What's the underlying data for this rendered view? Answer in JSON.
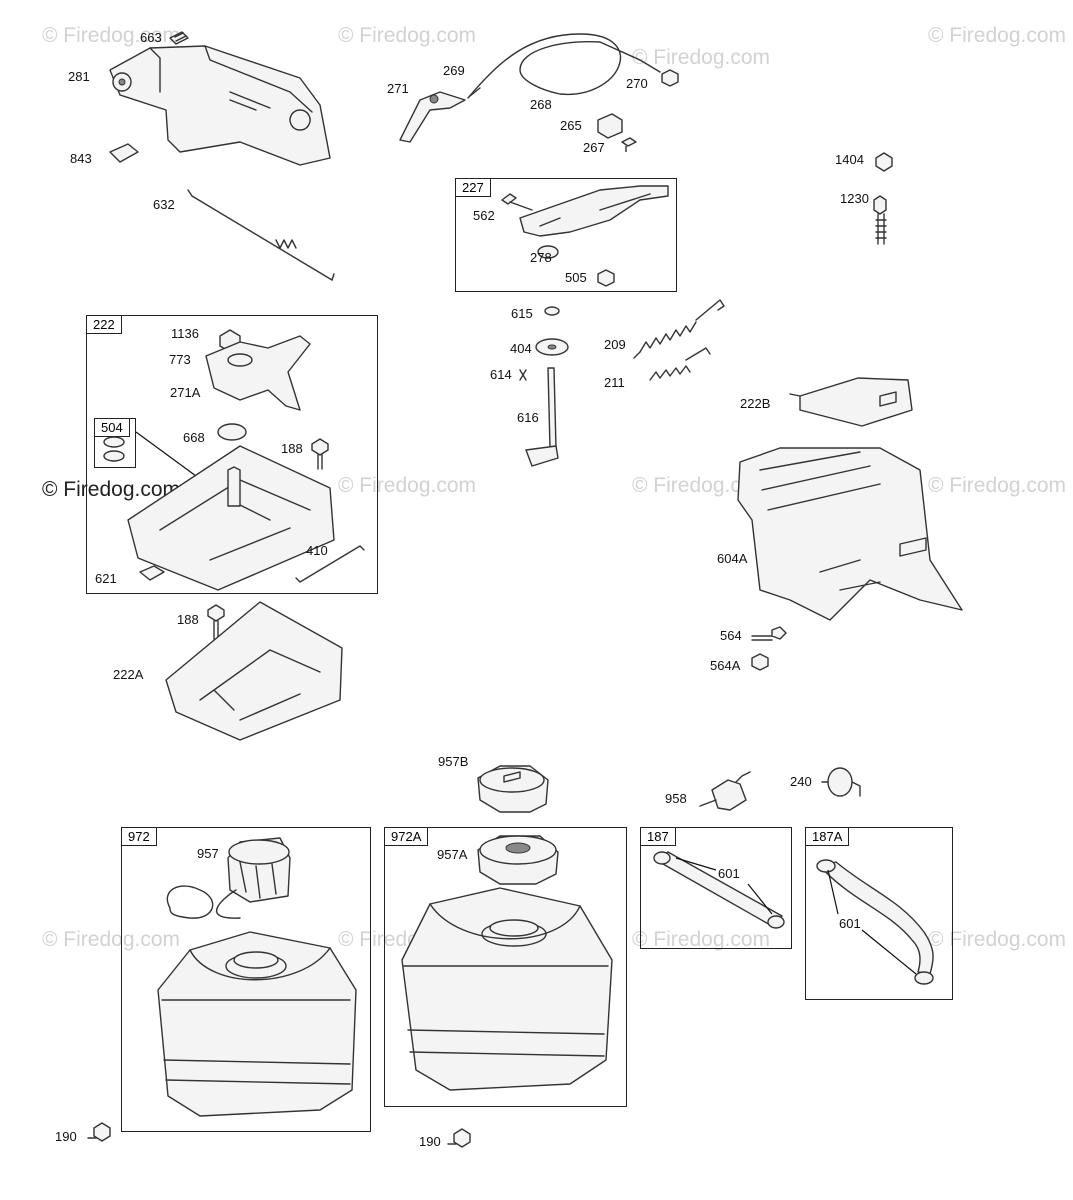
{
  "watermark": "© Firedog.com",
  "boxes": {
    "b222": "222",
    "b504": "504",
    "b227": "227",
    "b972": "972",
    "b972a": "972A",
    "b187": "187",
    "b187a": "187A"
  },
  "labels": {
    "l663": "663",
    "l281": "281",
    "l843": "843",
    "l632": "632",
    "l271": "271",
    "l269": "269",
    "l268": "268",
    "l270": "270",
    "l265": "265",
    "l267": "267",
    "l562": "562",
    "l278": "278",
    "l505": "505",
    "l1404": "1404",
    "l1230": "1230",
    "l1136": "1136",
    "l773": "773",
    "l271a": "271A",
    "l668": "668",
    "l188a": "188",
    "l621": "621",
    "l410": "410",
    "l615": "615",
    "l404": "404",
    "l614": "614",
    "l616": "616",
    "l209": "209",
    "l211": "211",
    "l222b": "222B",
    "l604a": "604A",
    "l564": "564",
    "l564a": "564A",
    "l188b": "188",
    "l222a": "222A",
    "l957b": "957B",
    "l958": "958",
    "l240": "240",
    "l957": "957",
    "l957a": "957A",
    "l601a": "601",
    "l601b": "601",
    "l190a": "190",
    "l190b": "190"
  }
}
